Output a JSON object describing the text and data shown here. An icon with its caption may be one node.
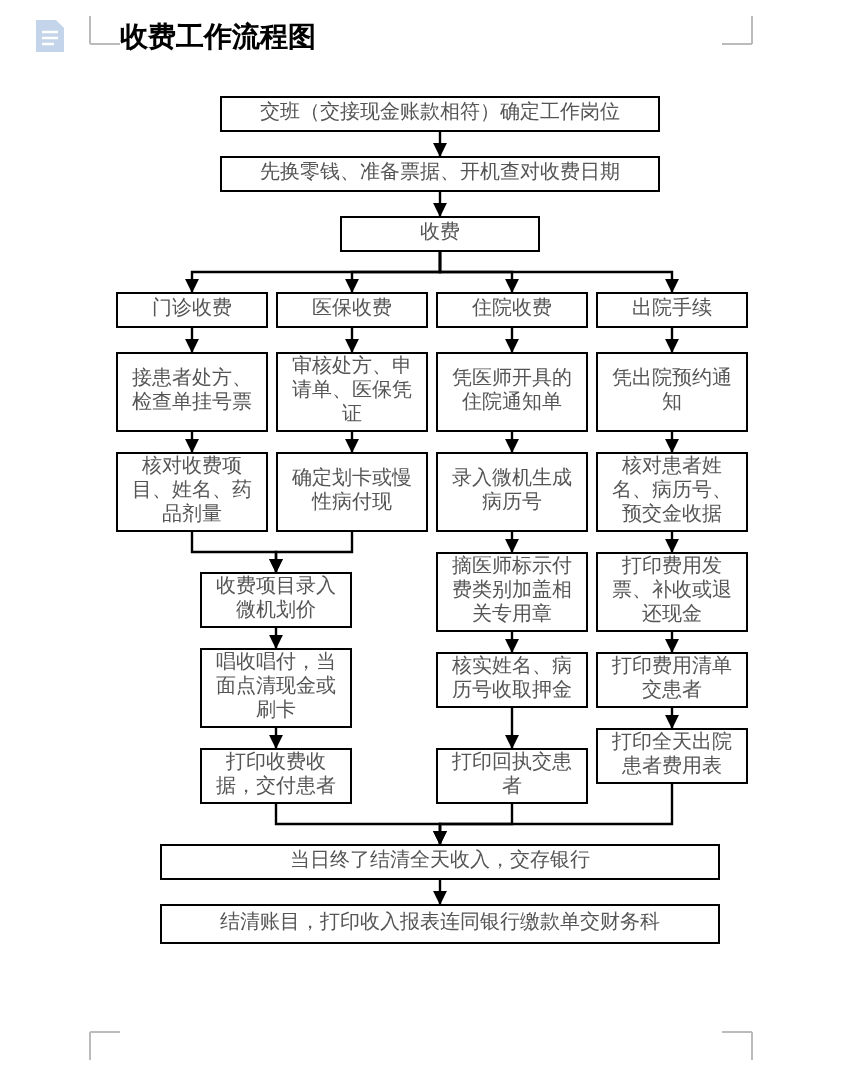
{
  "diagram": {
    "title": "收费工作流程图",
    "nodes": [
      {
        "text": [
          "交班（交接现金账款相符）确定工作岗位"
        ]
      },
      {
        "text": [
          "先换零钱、准备票据、开机查对收费日期"
        ]
      },
      {
        "text": [
          "收费"
        ]
      },
      {
        "text": [
          "门诊收费"
        ]
      },
      {
        "text": [
          "医保收费"
        ]
      },
      {
        "text": [
          "住院收费"
        ]
      },
      {
        "text": [
          "出院手续"
        ]
      },
      {
        "text": [
          "接患者处方、检查单挂号票"
        ]
      },
      {
        "text": [
          "审核处方、申请单、医保凭证"
        ]
      },
      {
        "text": [
          "凭医师开具的住院通知单"
        ]
      },
      {
        "text": [
          "凭出院预约通知"
        ]
      },
      {
        "text": [
          "核对收费项目、姓名、药品剂量"
        ]
      },
      {
        "text": [
          "确定划卡或慢性病付现"
        ]
      },
      {
        "text": [
          "录入微机生成病历号"
        ]
      },
      {
        "text": [
          "核对患者姓名、病历号、预交金收据"
        ]
      },
      {
        "text": [
          "收费项目录入微机划价"
        ]
      },
      {
        "text": [
          "唱收唱付，当面点清现金或刷卡"
        ]
      },
      {
        "text": [
          "打印收费收据，交付患者"
        ]
      },
      {
        "text": [
          "摘医师标示付费类别加盖相关专用章"
        ]
      },
      {
        "text": [
          "核实姓名、病历号收取押金"
        ]
      },
      {
        "text": [
          "打印回执交患者"
        ]
      },
      {
        "text": [
          "打印费用发票、补收或退还现金"
        ]
      },
      {
        "text": [
          "打印费用清单交患者"
        ]
      },
      {
        "text": [
          "打印全天出院患者费用表"
        ]
      },
      {
        "text": [
          "当日终了结清全天收入，交存银行"
        ]
      },
      {
        "text": [
          "结清账目，打印收入报表连同银行缴款单交财务科"
        ]
      }
    ],
    "edges": [
      {
        "from": 0,
        "to": 1,
        "arrow": "to"
      },
      {
        "from": 1,
        "to": 2,
        "arrow": "to"
      },
      {
        "from": 2,
        "to": 3,
        "arrow": "to"
      },
      {
        "from": 2,
        "to": 4,
        "arrow": "to"
      },
      {
        "from": 2,
        "to": 5,
        "arrow": "to"
      },
      {
        "from": 2,
        "to": 6,
        "arrow": "to"
      },
      {
        "from": 3,
        "to": 7,
        "arrow": "to"
      },
      {
        "from": 4,
        "to": 8,
        "arrow": "to"
      },
      {
        "from": 5,
        "to": 9,
        "arrow": "to"
      },
      {
        "from": 6,
        "to": 10,
        "arrow": "to"
      },
      {
        "from": 7,
        "to": 11,
        "arrow": "to"
      },
      {
        "from": 8,
        "to": 12,
        "arrow": "to"
      },
      {
        "from": 9,
        "to": 13,
        "arrow": "to"
      },
      {
        "from": 10,
        "to": 14,
        "arrow": "to"
      },
      {
        "from": 11,
        "to": 15,
        "arrow": "to"
      },
      {
        "from": 12,
        "to": 15,
        "arrow": "to"
      },
      {
        "from": 13,
        "to": 18,
        "arrow": "to"
      },
      {
        "from": 14,
        "to": 21,
        "arrow": "to"
      },
      {
        "from": 15,
        "to": 16,
        "arrow": "to"
      },
      {
        "from": 16,
        "to": 17,
        "arrow": "to"
      },
      {
        "from": 18,
        "to": 19,
        "arrow": "to"
      },
      {
        "from": 19,
        "to": 20,
        "arrow": "to"
      },
      {
        "from": 21,
        "to": 22,
        "arrow": "to"
      },
      {
        "from": 22,
        "to": 23,
        "arrow": "to"
      },
      {
        "from": 17,
        "to": 24,
        "arrow": "to"
      },
      {
        "from": 20,
        "to": 24,
        "arrow": "to"
      },
      {
        "from": 23,
        "to": 24,
        "arrow": "to"
      },
      {
        "from": 24,
        "to": 25,
        "arrow": "to"
      }
    ]
  }
}
